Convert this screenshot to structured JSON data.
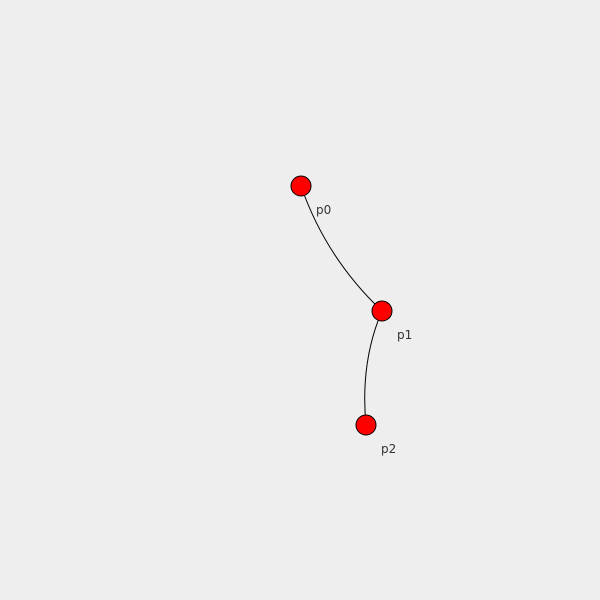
{
  "colors": {
    "background": "#eeeeee",
    "point_fill": "#ff0000",
    "point_stroke": "#000000",
    "curve_stroke": "#000000",
    "label_color": "#333333"
  },
  "points": [
    {
      "id": "p0",
      "label": "p0"
    },
    {
      "id": "p1",
      "label": "p1"
    },
    {
      "id": "p2",
      "label": "p2"
    }
  ]
}
